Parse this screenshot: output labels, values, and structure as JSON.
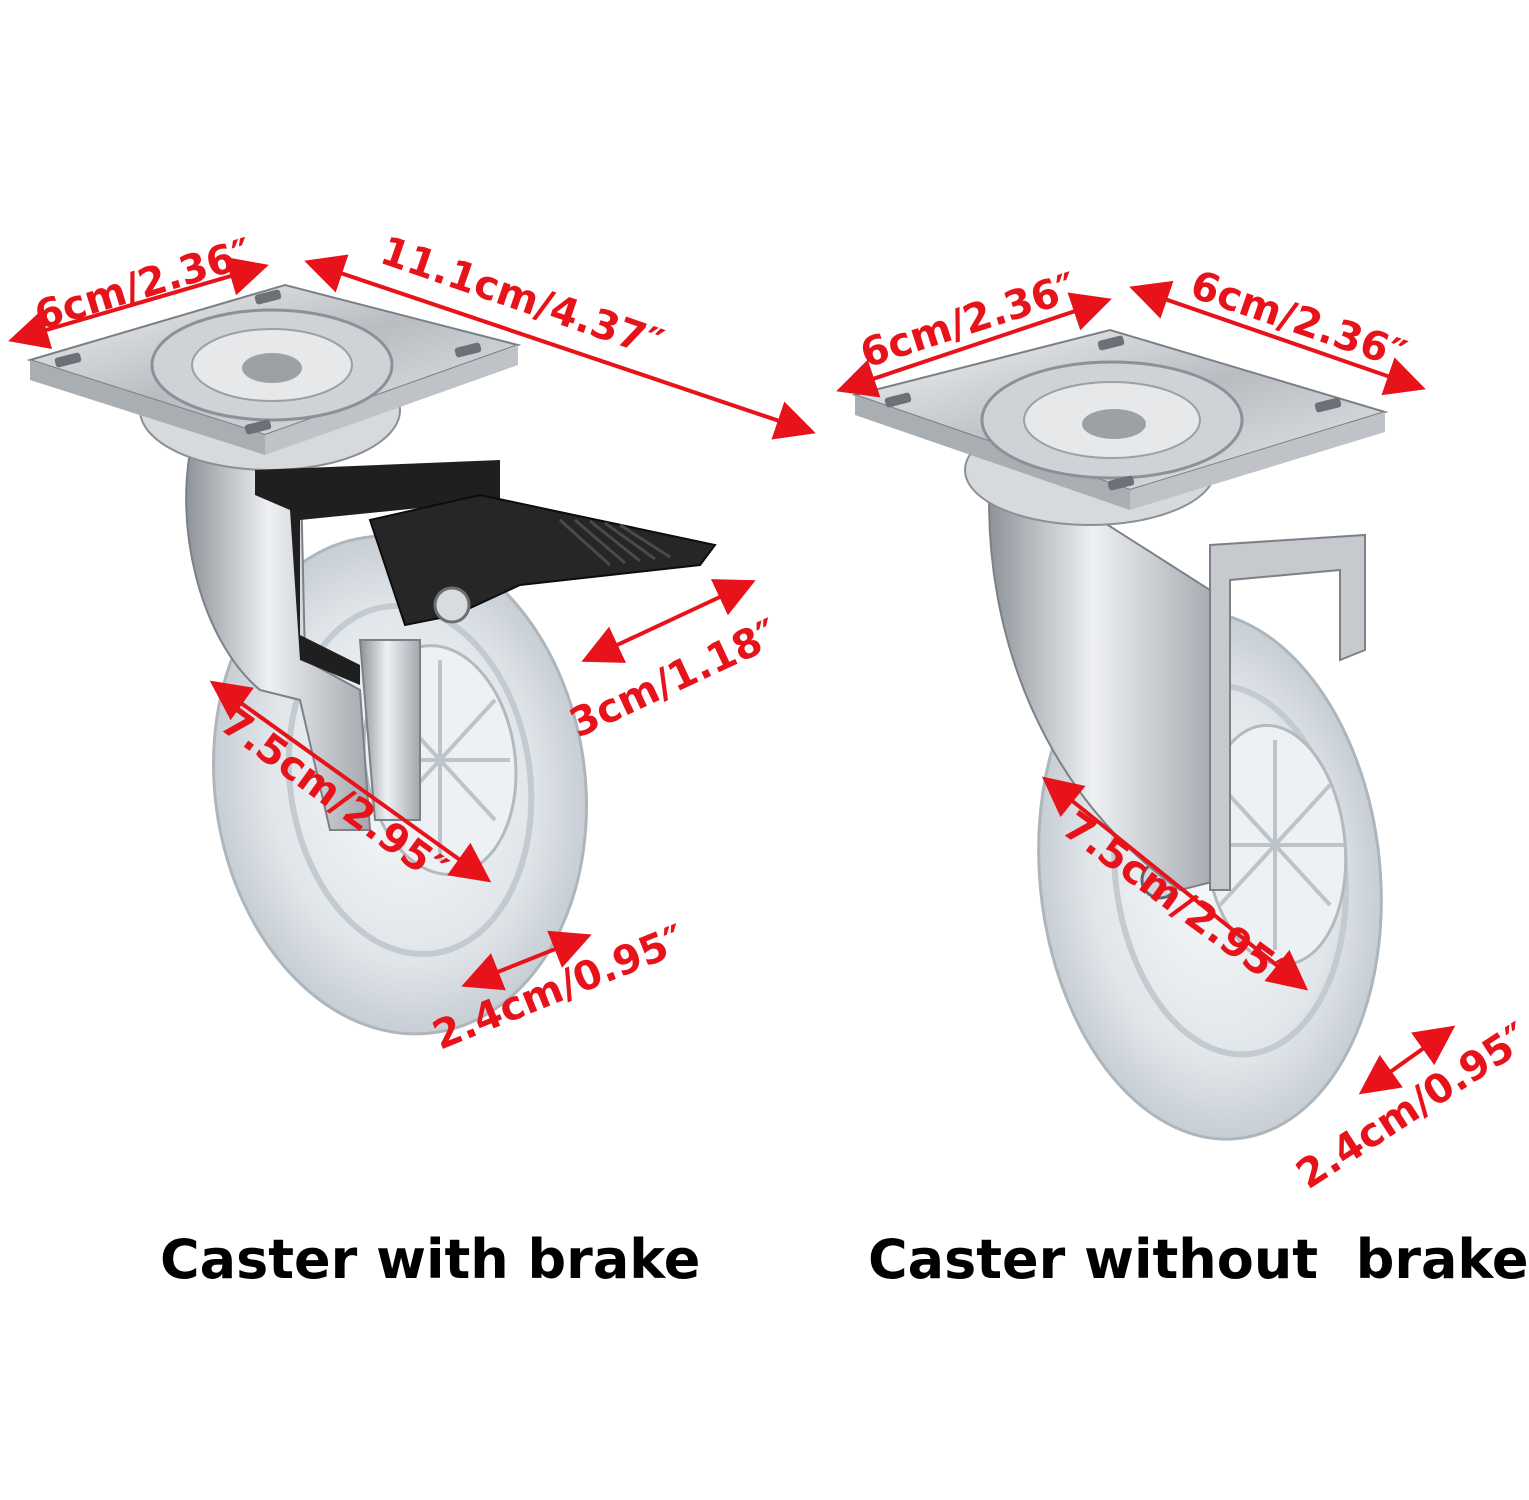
{
  "colors": {
    "dimension": "#e8131a",
    "caption": "#000000",
    "steel": "#c9ccd0",
    "brake": "#1b1b1b",
    "wheel": "#dfe4e8"
  },
  "left_caster": {
    "caption": "Caster with brake",
    "dims": {
      "plate_width": "6cm/2.36″",
      "plate_length": "11.1cm/4.37″",
      "brake_height": "3cm/1.18″",
      "wheel_diameter": "7.5cm/2.95″",
      "wheel_width": "2.4cm/0.95″"
    }
  },
  "right_caster": {
    "caption": "Caster without  brake",
    "dims": {
      "plate_width": "6cm/2.36″",
      "plate_length": "6cm/2.36″",
      "wheel_diameter": "7.5cm/2.95″",
      "wheel_width": "2.4cm/0.95″"
    }
  }
}
